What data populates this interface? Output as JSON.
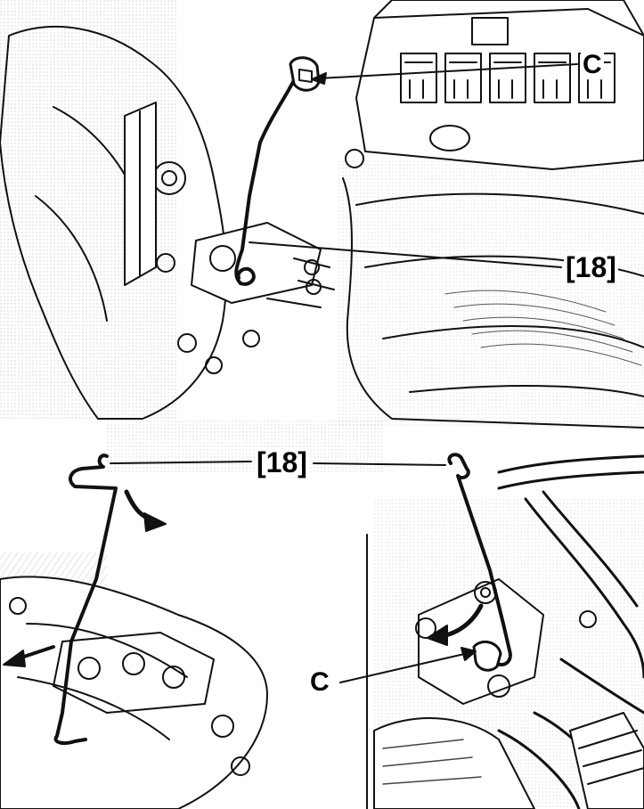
{
  "labels": {
    "top_c": "C",
    "top_18": "[18]",
    "bottom_18": "[18]",
    "bottom_c": "C"
  },
  "colors": {
    "ink": "#111111",
    "shade": "#9a9a9a",
    "background": "#ffffff"
  }
}
